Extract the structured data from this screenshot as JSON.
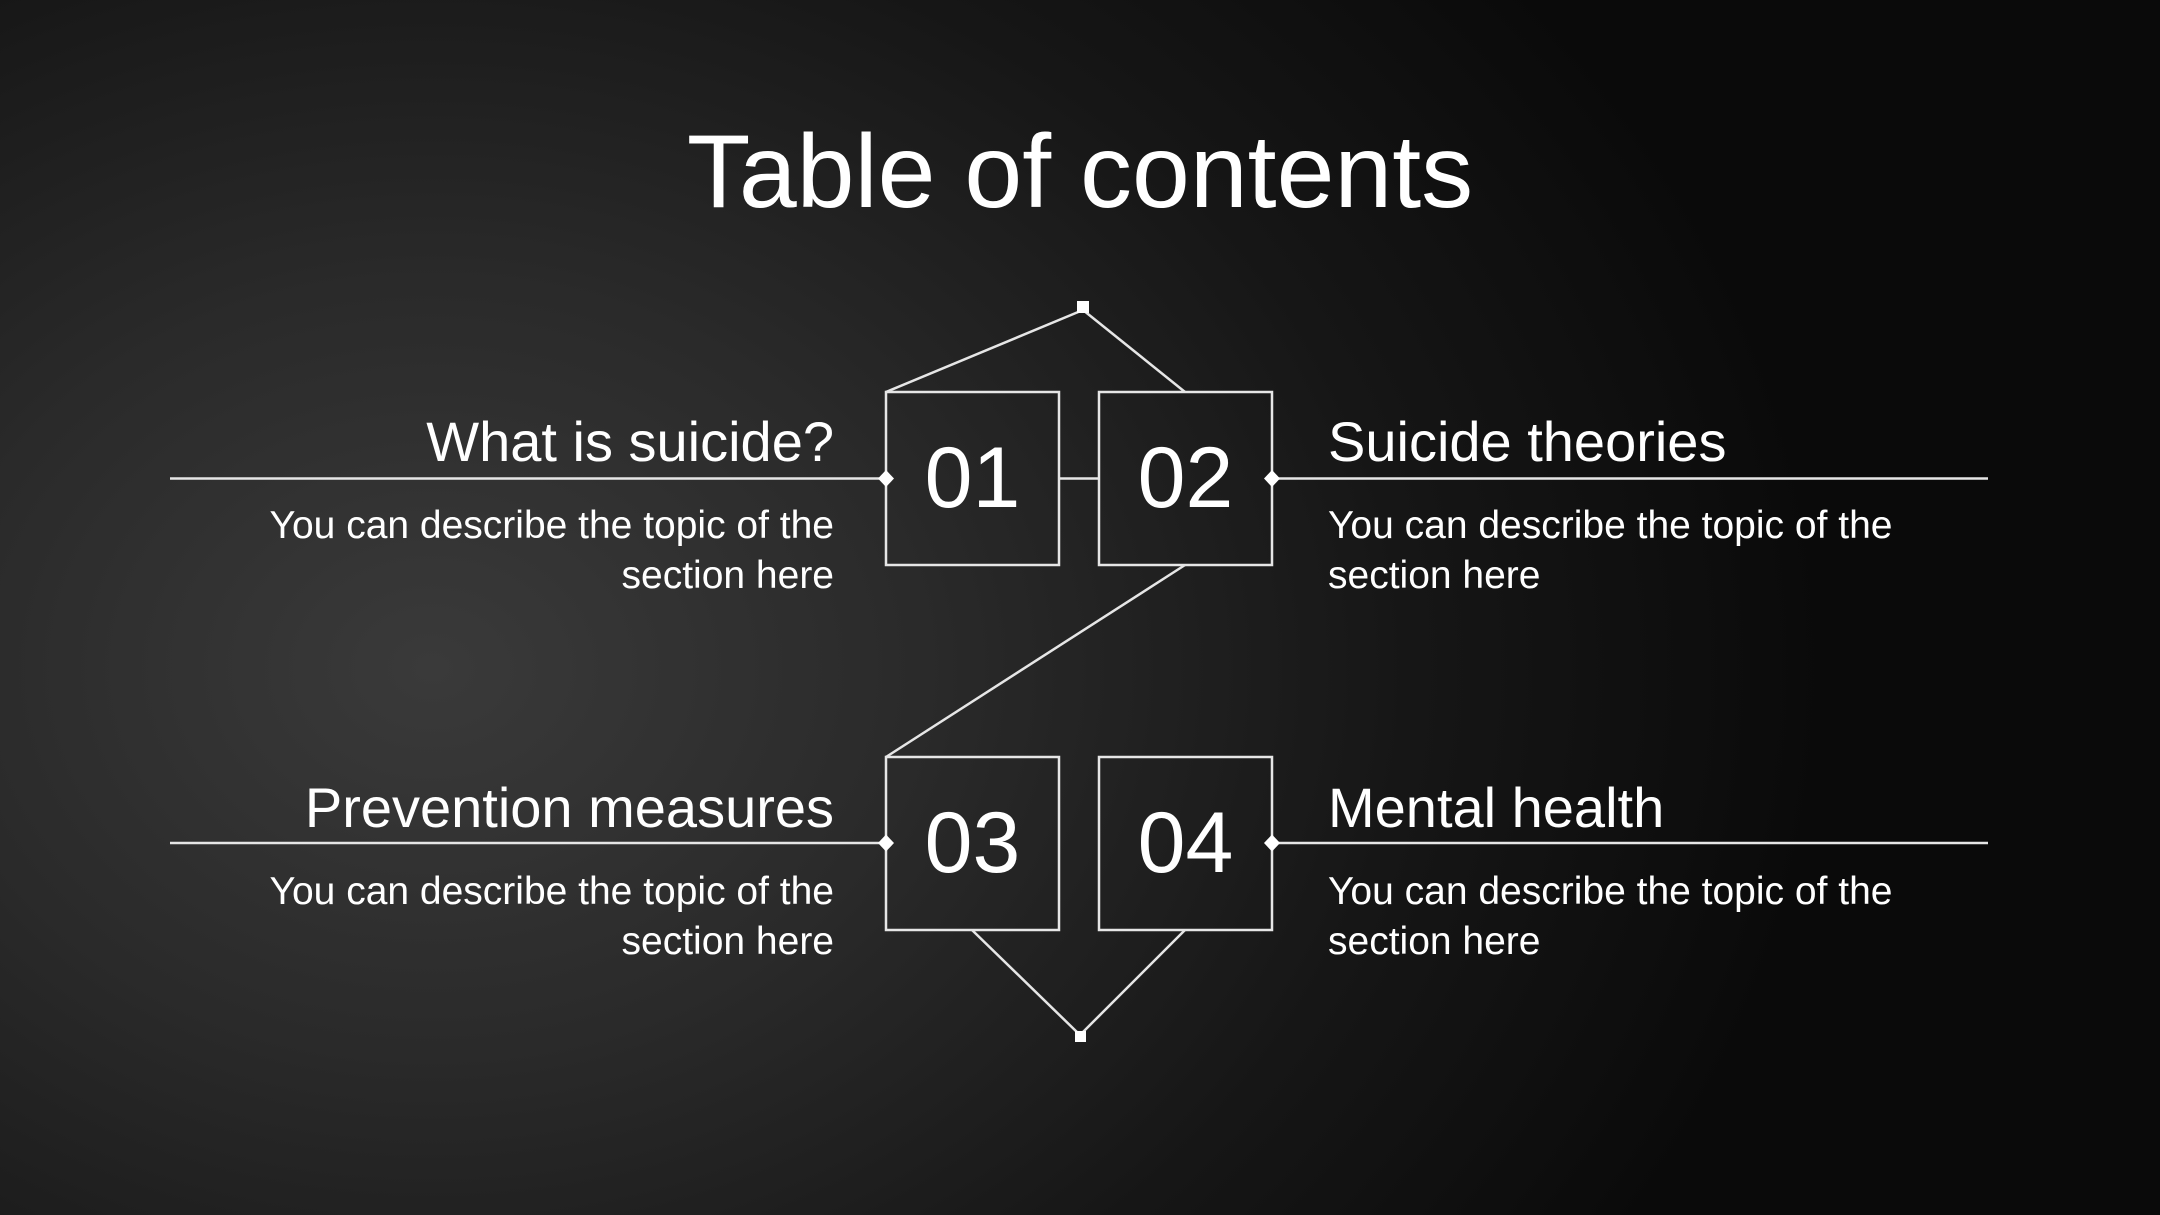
{
  "title": "Table of contents",
  "sections": [
    {
      "number": "01",
      "heading": "What is suicide?",
      "description": "You can describe the topic of the section here"
    },
    {
      "number": "02",
      "heading": "Suicide theories",
      "description": "You can describe the topic of the section here"
    },
    {
      "number": "03",
      "heading": "Prevention measures",
      "description": "You can describe the topic of the section here"
    },
    {
      "number": "04",
      "heading": "Mental health",
      "description": "You can describe the topic of the section here"
    }
  ],
  "colors": {
    "text": "#ffffff",
    "line": "#e6e6e6"
  }
}
